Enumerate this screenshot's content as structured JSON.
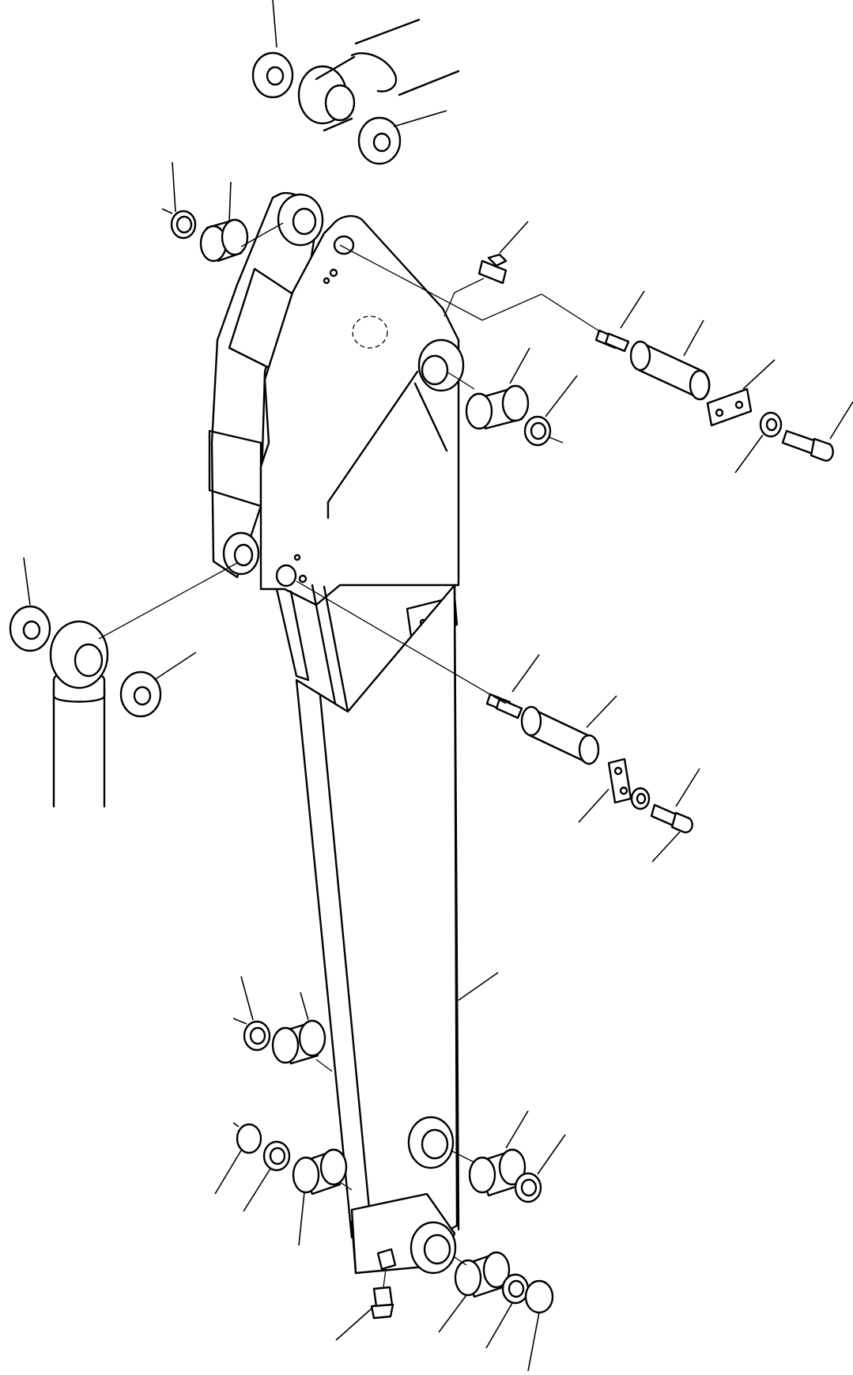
{
  "drawing": {
    "parts": [
      {
        "name": "arm"
      },
      {
        "name": "bushing"
      },
      {
        "name": "shim"
      },
      {
        "name": "pin"
      },
      {
        "name": "plate"
      },
      {
        "name": "bolt"
      },
      {
        "name": "washer"
      },
      {
        "name": "grease-fitting"
      },
      {
        "name": "snap-ring"
      },
      {
        "name": "hydraulic-cylinder"
      }
    ],
    "colors": {
      "line": "#000000",
      "background": "#ffffff"
    }
  }
}
